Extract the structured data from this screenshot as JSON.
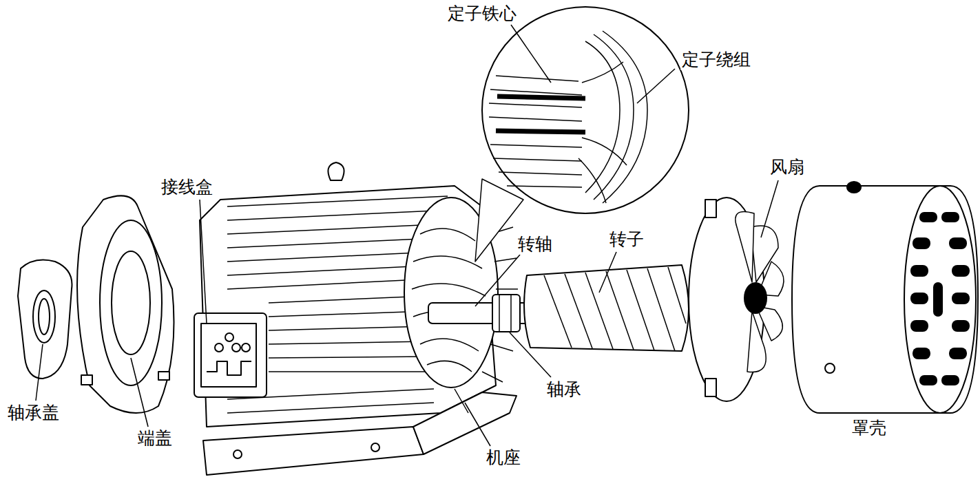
{
  "diagram": {
    "labels": [
      "定子铁心",
      "定子绕组",
      "风扇",
      "接线盒",
      "转轴",
      "转子",
      "轴承盖",
      "端盖",
      "轴承",
      "机座",
      "罩壳"
    ]
  }
}
